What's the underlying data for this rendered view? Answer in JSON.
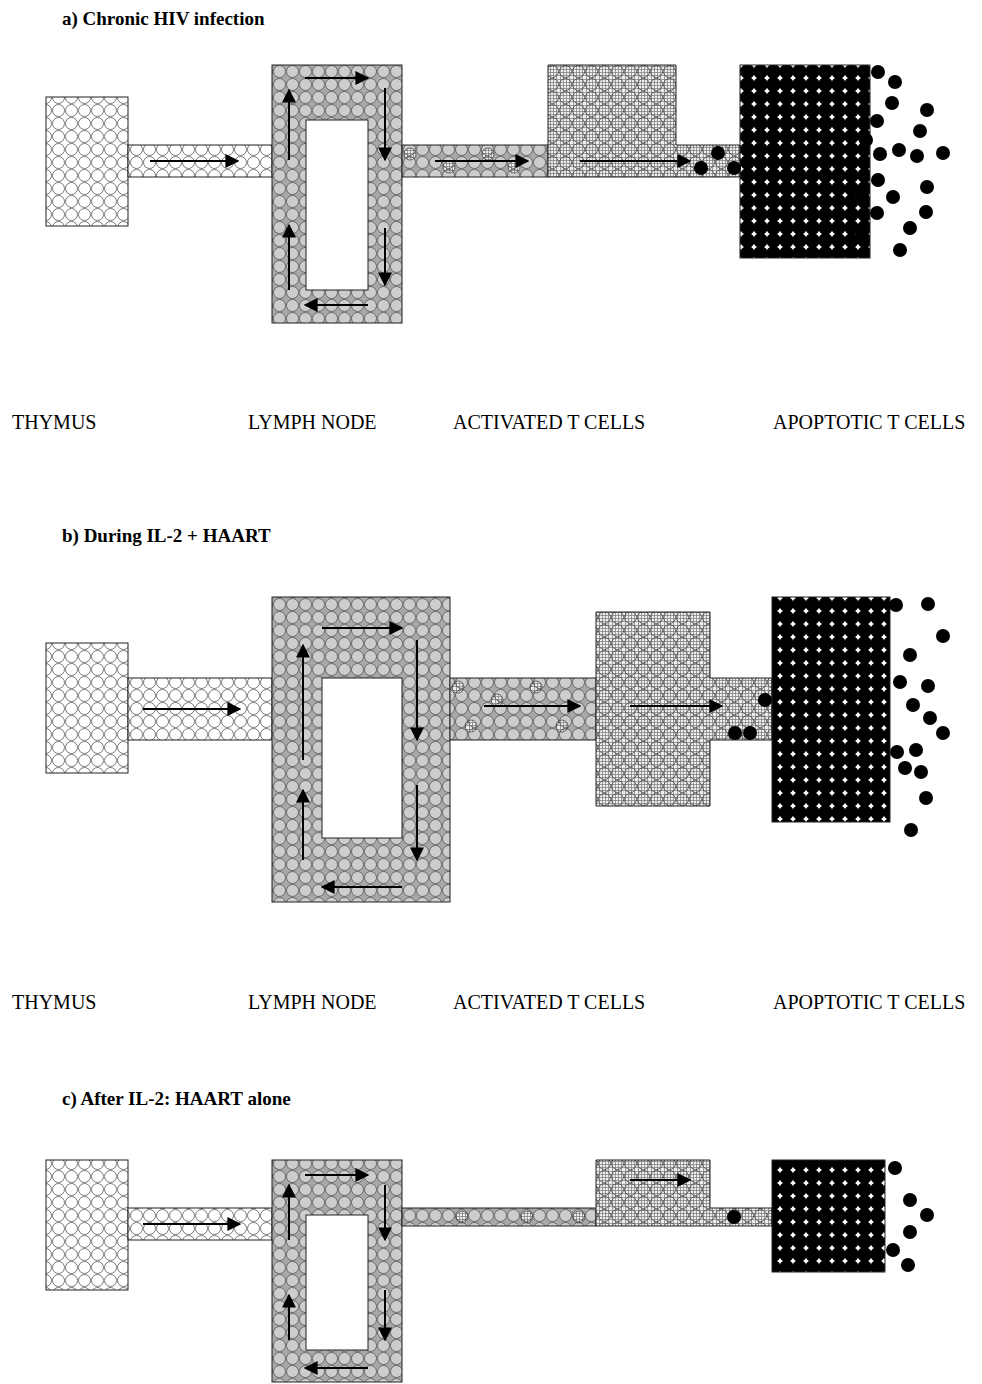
{
  "diagram": {
    "labels": [
      "a) Chronic HIV infection",
      "THYMUS",
      "LYMPH NODE",
      "ACTIVATED T CELLS",
      "APOPTOTIC T CELLS",
      "b) During IL-2 + HAART",
      "THYMUS",
      "LYMPH NODE",
      "ACTIVATED T CELLS",
      "APOPTOTIC T CELLS",
      "c) After IL-2: HAART alone"
    ]
  }
}
